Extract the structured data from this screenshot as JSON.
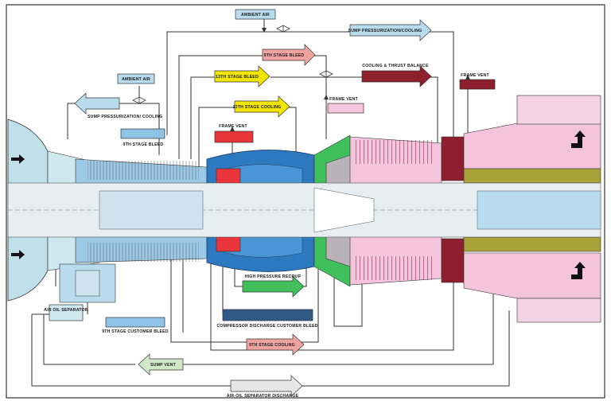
{
  "colors": {
    "inlet": "#bfe0ea",
    "shaft": "#e6eef2",
    "compressor": "#3d8fc9",
    "combustor": "#2c79c0",
    "green": "#3fc05a",
    "hpt": "#b9b2b8",
    "power_turbine": "#f3c4dc",
    "frame": "#8e1f2c",
    "olive": "#a9a23a",
    "yellow": "#f2e600",
    "red": "#e8343a",
    "salmon": "#f0a4a0",
    "lightblue": "#b8dcee",
    "darkblue": "#2f5a86"
  },
  "labels": {
    "ambient_air_top": "AMBIENT AIR",
    "sump_pressurization_cooling_top": "SUMP PRESSURIZATION/COOLING",
    "ninth_stage_bleed_top": "9TH STAGE BLEED",
    "thirteenth_stage_bleed": "13TH STAGE BLEED",
    "cooling_thrust_balance": "COOLING & THRUST BALANCE",
    "frame_vent_right": "FRAME VENT",
    "ambient_air_left": "AMBIENT AIR",
    "sump_pressurization_cooling_left": "SUMP PRESSURIZATION/ COOLING",
    "thirteenth_stage_cooling": "13TH STAGE COOLING",
    "frame_vent_mid": "FRAME VENT",
    "ninth_stage_bleed_left": "9TH STAGE BLEED",
    "frame_vent_red": "FRAME VENT",
    "high_pressure_recoup": "HIGH PRESSURE RECOUP",
    "air_oil_separator": "AIR OIL SEPARATOR",
    "ninth_stage_customer_bleed": "9TH STAGE CUSTOMER BLEED",
    "compressor_discharge_customer_bleed": "COMPRESSOR DISCHARGE CUSTOMER BLEED",
    "ninth_stage_cooling": "9TH STAGE COOLING",
    "sump_vent": "SUMP VENT",
    "air_oil_separator_discharge": "AIR-OIL SEPARATOR DISCHARGE"
  }
}
